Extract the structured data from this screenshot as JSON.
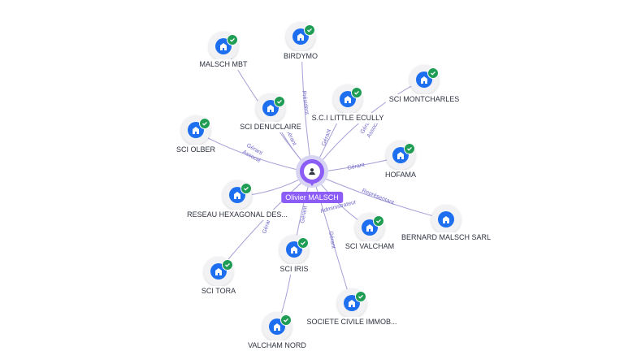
{
  "person": {
    "name": "Olivier MALSCH",
    "icon": "person-icon"
  },
  "companies": [
    {
      "id": "malsch-mbt",
      "label": "MALSCH MBT"
    },
    {
      "id": "birdymo",
      "label": "BIRDYMO"
    },
    {
      "id": "sci-montcharles",
      "label": "SCI MONTCHARLES"
    },
    {
      "id": "sci-little-ecully",
      "label": "S.C.I LITTLE ECULLY"
    },
    {
      "id": "sci-denuclaire",
      "label": "SCI DENUCLAIRE"
    },
    {
      "id": "sci-olber",
      "label": "SCI OLBER"
    },
    {
      "id": "hofama",
      "label": "HOFAMA"
    },
    {
      "id": "reseau-hexagonal",
      "label": "RESEAU HEXAGONAL DES..."
    },
    {
      "id": "bernard-malsch-sarl",
      "label": "BERNARD MALSCH SARL"
    },
    {
      "id": "sci-valcham",
      "label": "SCI VALCHAM"
    },
    {
      "id": "sci-iris",
      "label": "SCI IRIS"
    },
    {
      "id": "sci-tora",
      "label": "SCI TORA"
    },
    {
      "id": "societe-civile-immob",
      "label": "SOCIETE CIVILE IMMOB..."
    },
    {
      "id": "valcham-nord",
      "label": "VALCHAM NORD"
    }
  ],
  "relations": {
    "president": "Président",
    "gerant": "Gérant",
    "gerant_associe_1": "Gérant",
    "gerant_associe_2": "Associé",
    "representant": "Représentant",
    "administrateur": "Administrateur"
  },
  "icons": {
    "company": "building-icon",
    "verified": "check-badge-icon"
  },
  "colors": {
    "accent": "#8b5cf6",
    "company": "#1e6ff0",
    "verified": "#1f9d55",
    "edge": "#a59fd6"
  }
}
